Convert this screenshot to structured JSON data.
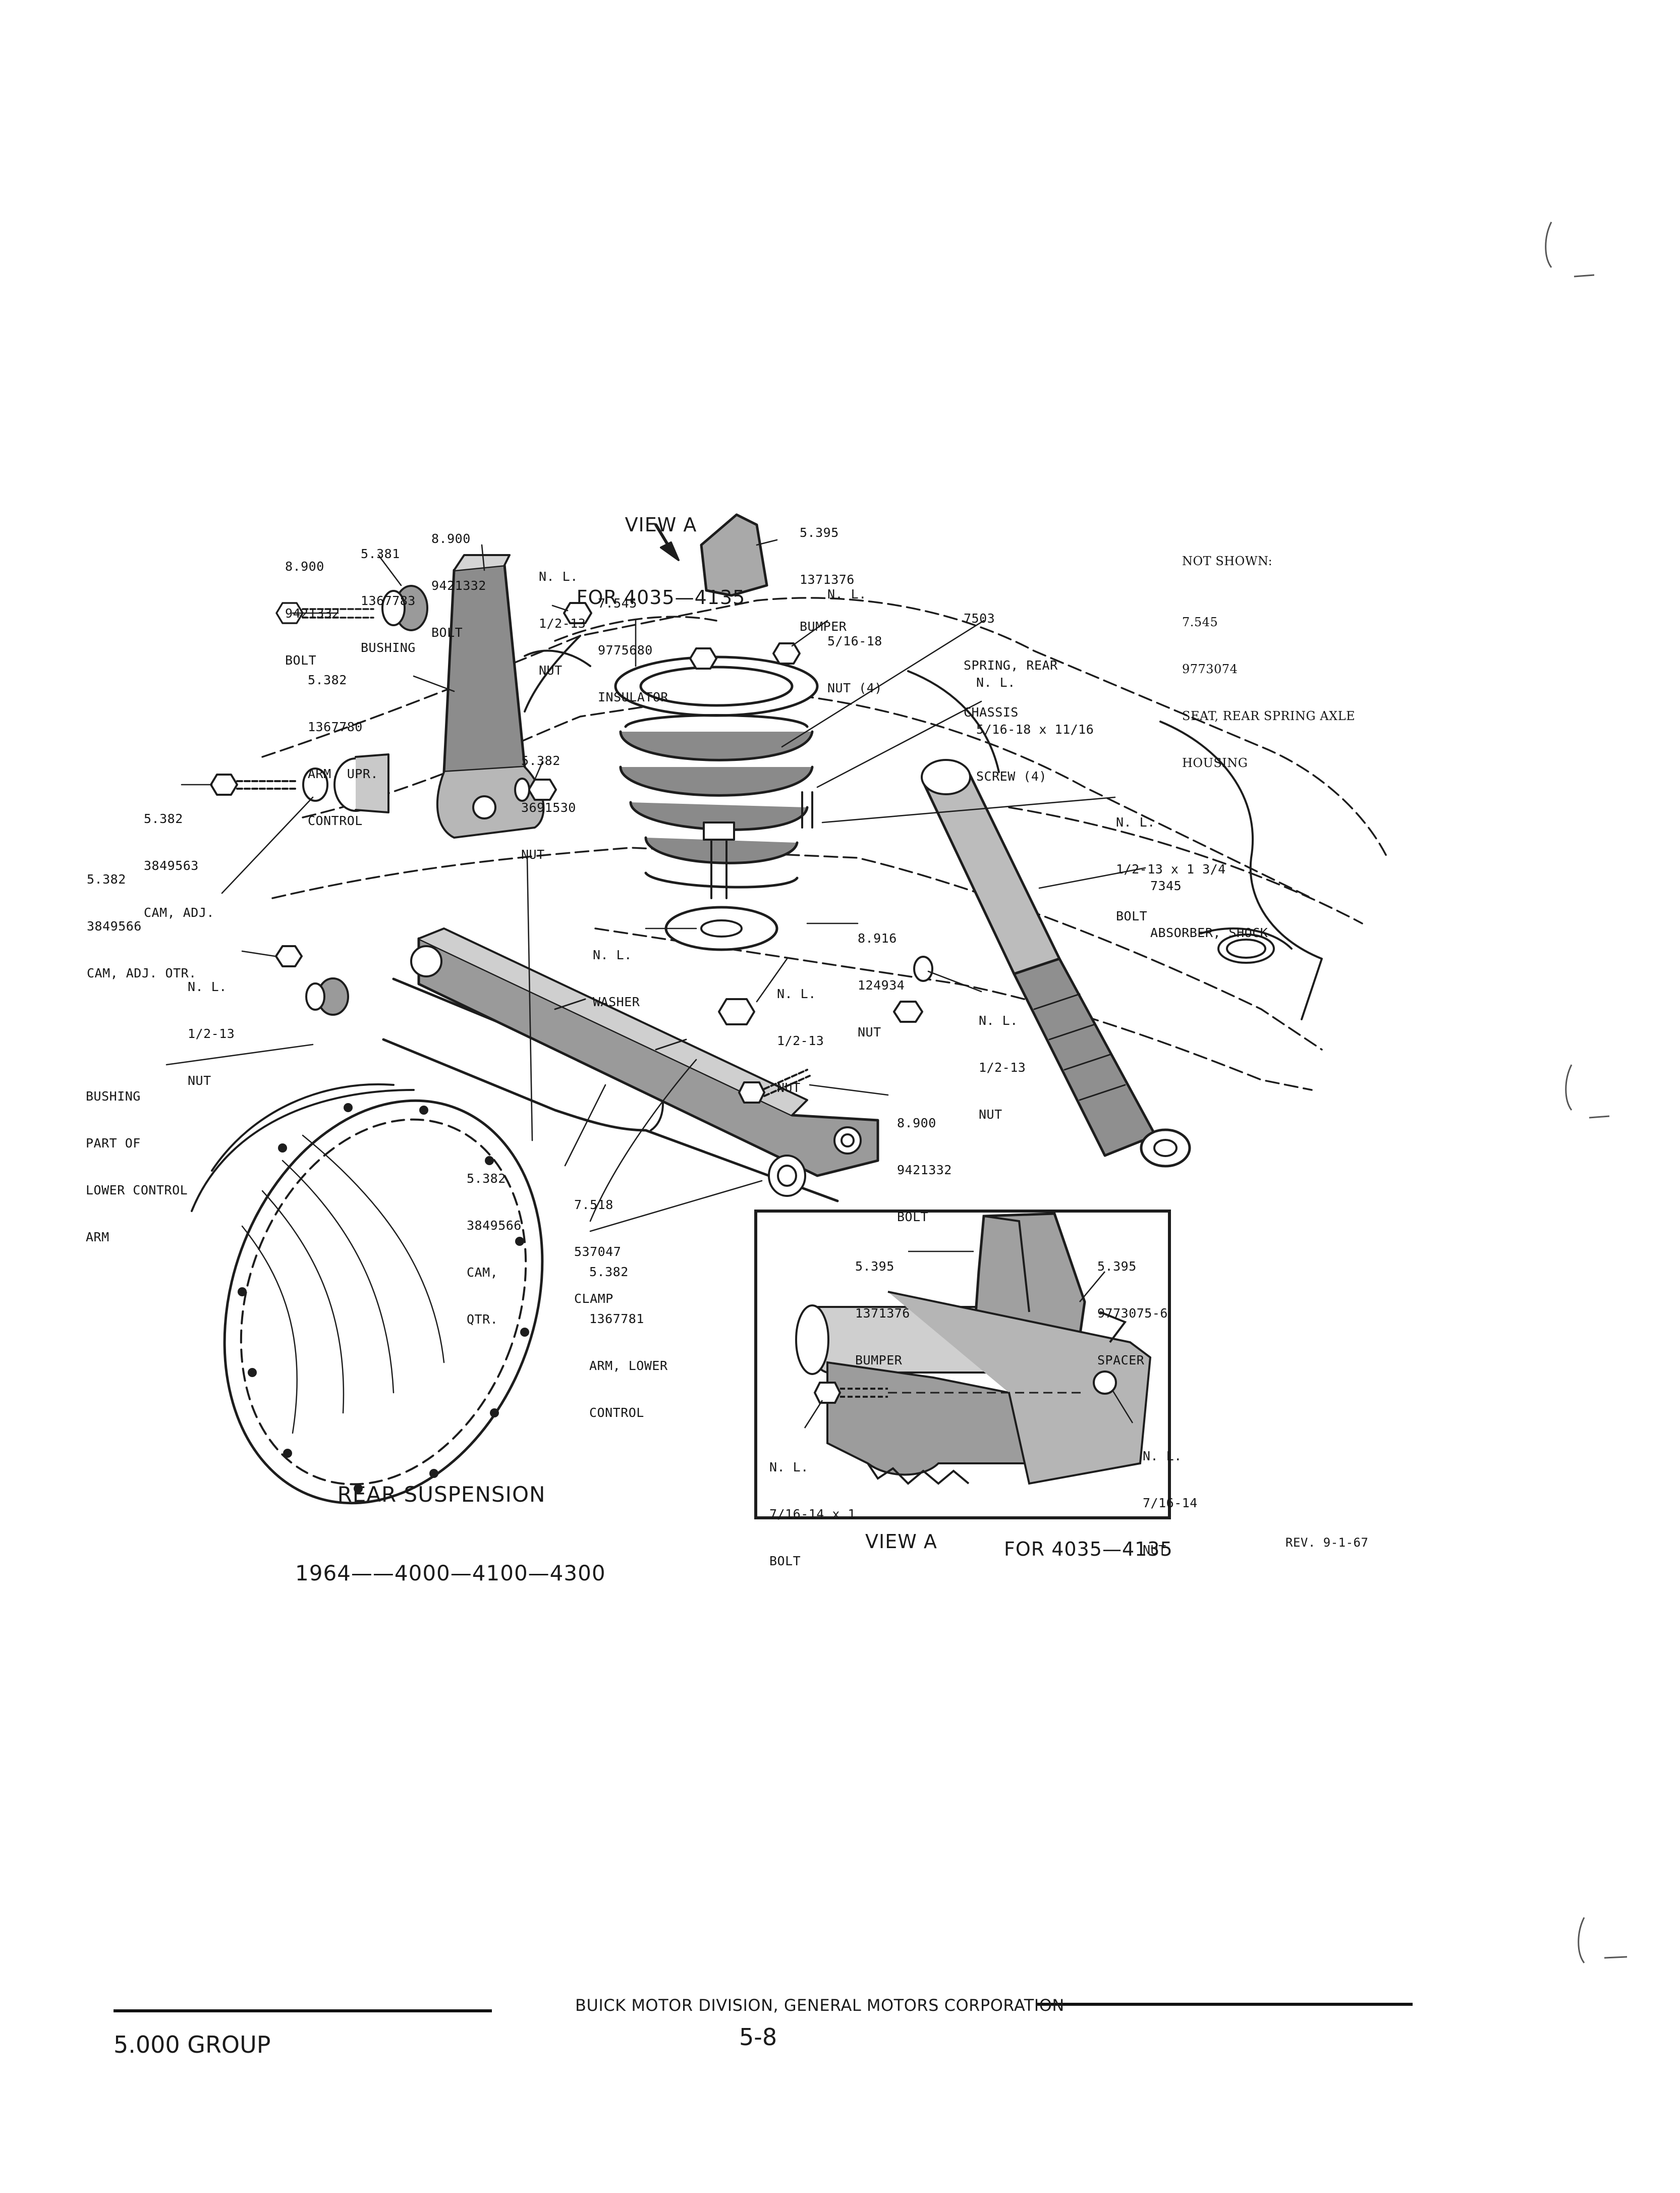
{
  "diagram": {
    "view_a_top": {
      "line1": "VIEW A",
      "line2": "FOR 4035—4135"
    },
    "not_shown": {
      "heading": "NOT SHOWN:",
      "lines": [
        "7.545",
        "9773074",
        "SEAT, REAR SPRING AXLE",
        "HOUSING"
      ]
    },
    "callouts": {
      "bolt_top_left": [
        "8.900",
        "9421332",
        "BOLT"
      ],
      "bushing_top": [
        "5.381",
        "1367783",
        "BUSHING"
      ],
      "bolt_top": [
        "8.900",
        "9421332",
        "BOLT"
      ],
      "nut_top": [
        "N. L.",
        "1/2-13",
        "NUT"
      ],
      "insulator": [
        "7.545",
        "9775680",
        "INSULATOR"
      ],
      "bumper_top": [
        "5.395",
        "1371376",
        "BUMPER"
      ],
      "nut_516": [
        "N. L.",
        "5/16-18",
        "NUT (4)"
      ],
      "spring": [
        "7503",
        "SPRING, REAR",
        "CHASSIS"
      ],
      "screw": [
        "N. L.",
        "5/16-18 x 11/16",
        "SCREW (4)"
      ],
      "arm_upper": [
        "5.382",
        "1367780",
        "ARM, UPR.",
        "CONTROL"
      ],
      "nut_5382": [
        "5.382",
        "3691530",
        "NUT"
      ],
      "cam_adj": [
        "5.382",
        "3849563",
        "CAM, ADJ."
      ],
      "cam_adj_otr": [
        "5.382",
        "3849566",
        "CAM, ADJ. OTR."
      ],
      "bolt_134": [
        "N. L.",
        "1/2-13 x 1 3/4",
        "BOLT"
      ],
      "shock": [
        "7345",
        "ABSORBER, SHOCK"
      ],
      "nut_left": [
        "N. L.",
        "1/2-13",
        "NUT"
      ],
      "washer": [
        "N. L.",
        "WASHER"
      ],
      "nut_8916": [
        "8.916",
        "124934",
        "NUT"
      ],
      "nut_mid": [
        "N. L.",
        "1/2-13",
        "NUT"
      ],
      "nut_right": [
        "N. L.",
        "1/2-13",
        "NUT"
      ],
      "bushing_lower": [
        "BUSHING",
        "PART OF",
        "LOWER CONTROL",
        "ARM"
      ],
      "bolt_lower": [
        "8.900",
        "9421332",
        "BOLT"
      ],
      "cam_qtr": [
        "5.382",
        "3849566",
        "CAM,",
        "QTR."
      ],
      "clamp": [
        "7.518",
        "537047",
        "CLAMP"
      ],
      "arm_lower": [
        "5.382",
        "1367781",
        "ARM, LOWER",
        "CONTROL"
      ]
    },
    "inset": {
      "bumper": [
        "5.395",
        "1371376",
        "BUMPER"
      ],
      "spacer": [
        "5.395",
        "9773075-6",
        "SPACER"
      ],
      "bolt": [
        "N. L.",
        "7/16-14 x 1",
        "BOLT"
      ],
      "nut": [
        "N. L.",
        "7/16-14",
        "NUT"
      ],
      "caption_view": "VIEW A",
      "caption_for": "FOR 4035—4135"
    },
    "main_title": {
      "line1": "REAR SUSPENSION",
      "line2": "1964——4000—4100—4300"
    },
    "revision": "REV. 9-1-67"
  },
  "footer": {
    "division": "BUICK MOTOR DIVISION, GENERAL MOTORS CORPORATION",
    "group": "5.000 GROUP",
    "page": "5-8"
  }
}
